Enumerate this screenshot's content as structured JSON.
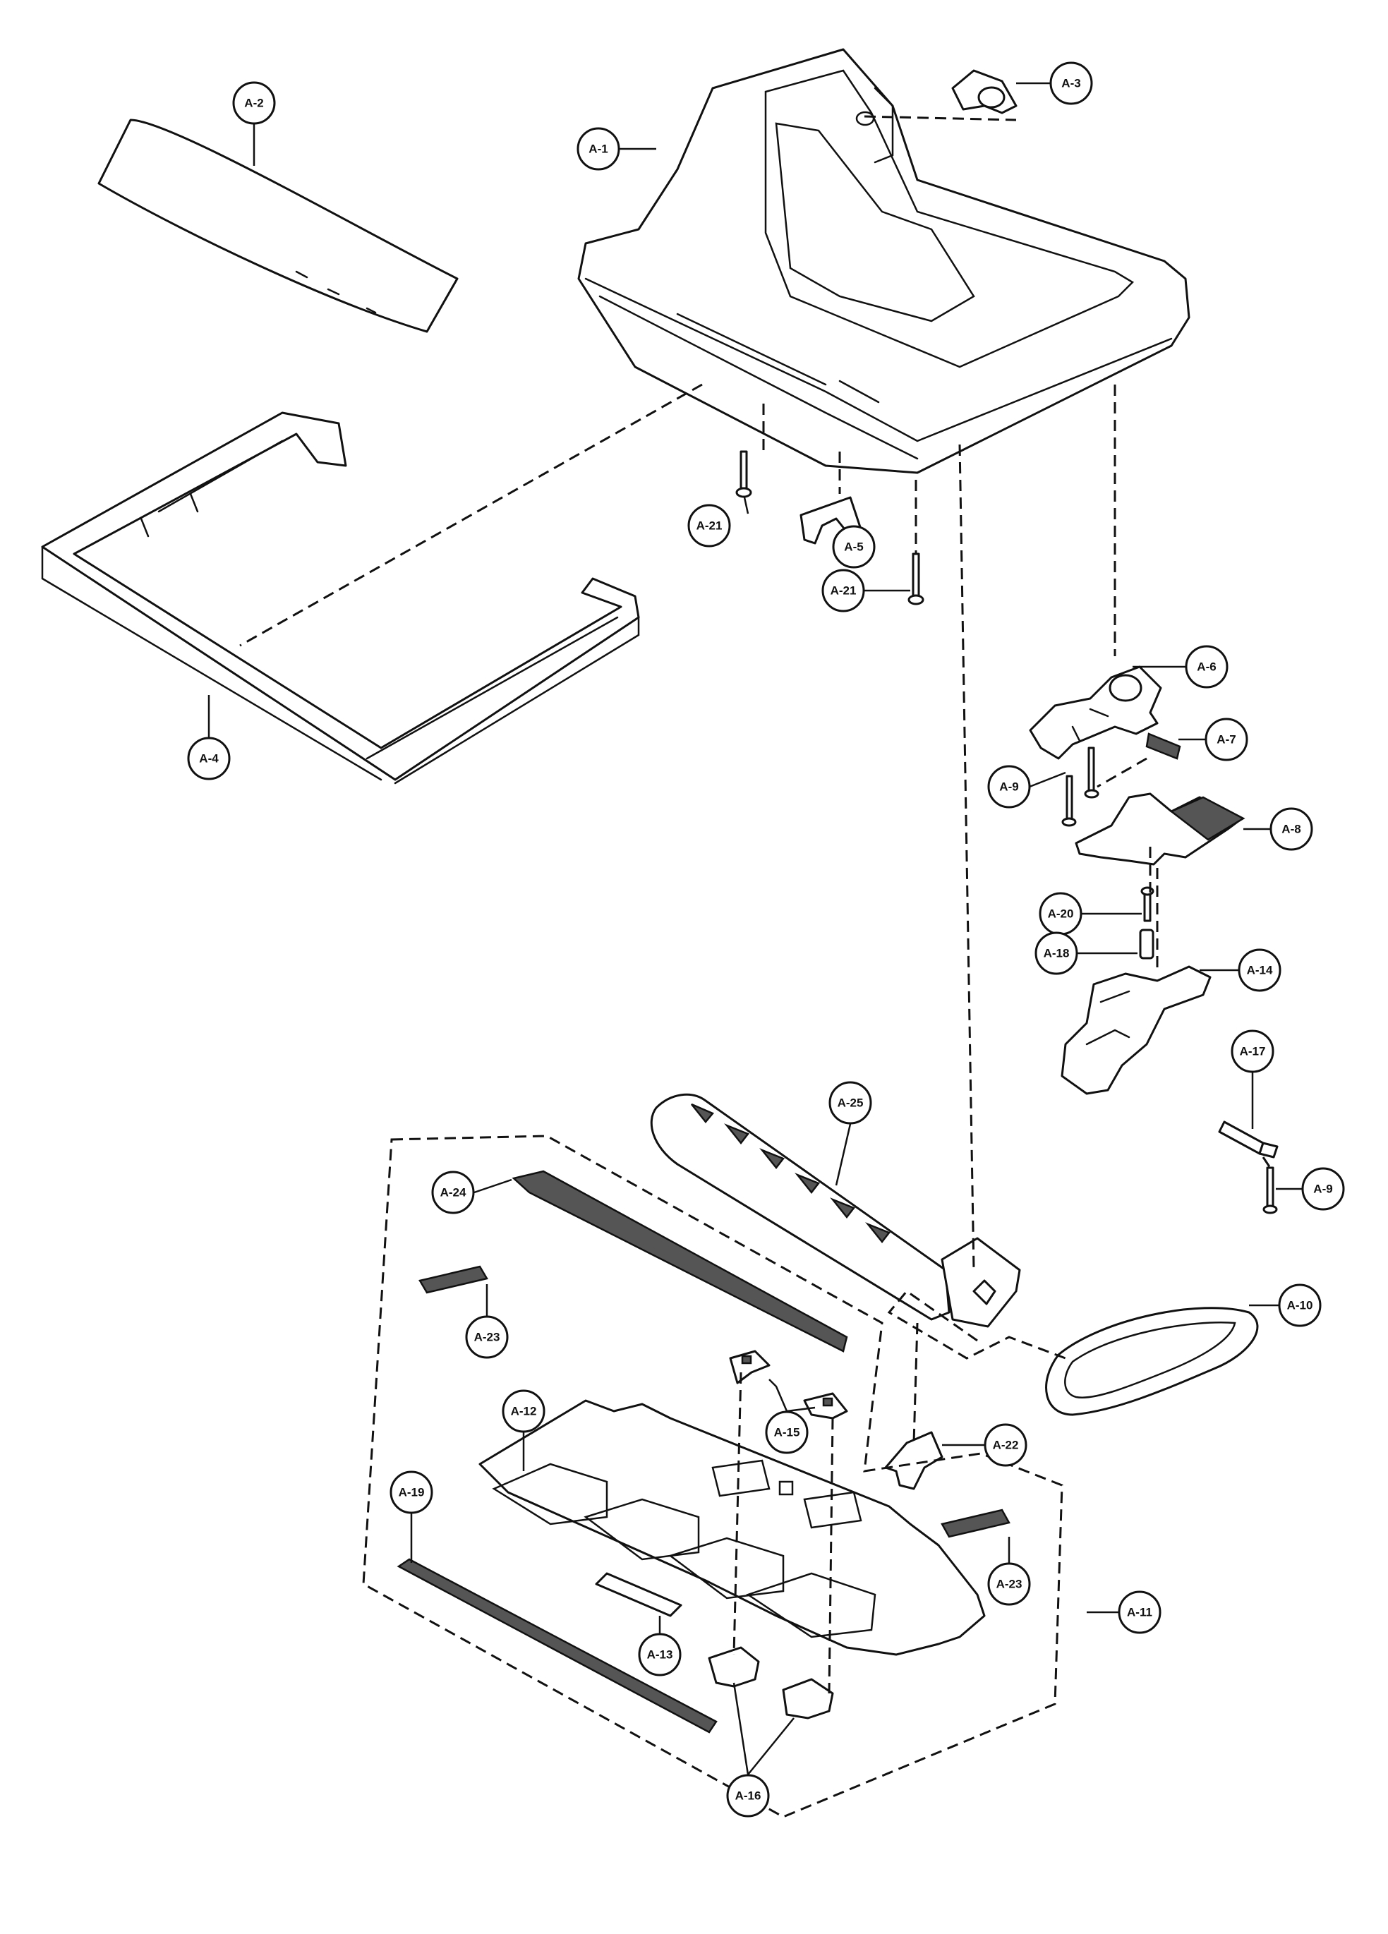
{
  "labels": {
    "a1": "A-1",
    "a2": "A-2",
    "a3": "A-3",
    "a4": "A-4",
    "a5": "A-5",
    "a6": "A-6",
    "a7": "A-7",
    "a8": "A-8",
    "a9_top": "A-9",
    "a9_bottom": "A-9",
    "a10": "A-10",
    "a11": "A-11",
    "a12": "A-12",
    "a13": "A-13",
    "a14": "A-14",
    "a15": "A-15",
    "a16": "A-16",
    "a17": "A-17",
    "a18": "A-18",
    "a19": "A-19",
    "a20": "A-20",
    "a21_left": "A-21",
    "a21_right": "A-21",
    "a22": "A-22",
    "a23_left": "A-23",
    "a23_right": "A-23",
    "a24": "A-24",
    "a25": "A-25"
  }
}
